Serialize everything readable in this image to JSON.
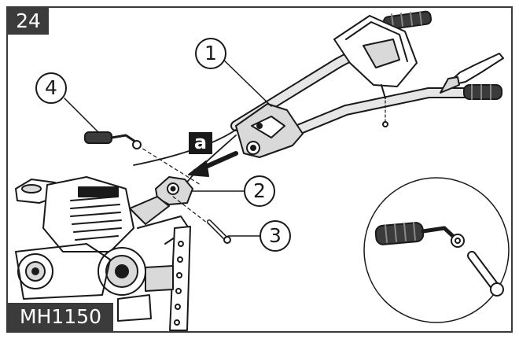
{
  "figure": {
    "step_number": "24",
    "model": "MH1150",
    "arrow_label": "a",
    "callouts": [
      "1",
      "2",
      "3",
      "4"
    ]
  },
  "colors": {
    "line": "#1a1a1a",
    "part_fill": "#d9d9d9",
    "dark_fill": "#3b3b3b",
    "frame": "#3a3a3a"
  }
}
